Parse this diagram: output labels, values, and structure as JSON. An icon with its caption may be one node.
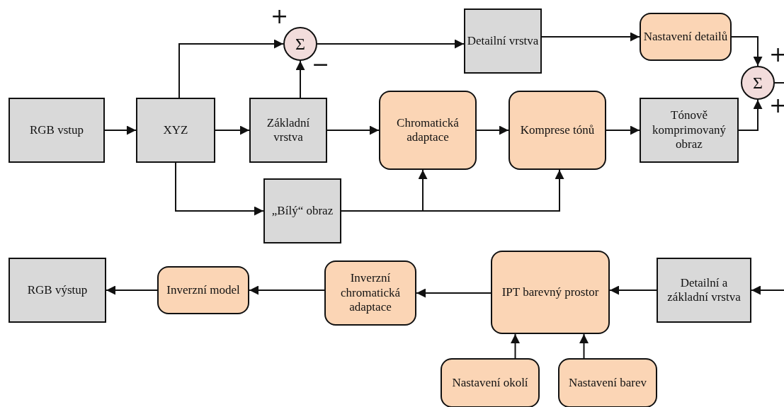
{
  "diagram": {
    "nodes": [
      {
        "text": [
          "RGB vstup"
        ]
      },
      {
        "text": [
          "XYZ"
        ]
      },
      {
        "text": [
          "Σ"
        ]
      },
      {
        "text": [
          "Detailní vrstva"
        ]
      },
      {
        "text": [
          "Nastavení detailů"
        ]
      },
      {
        "text": [
          "Σ"
        ]
      },
      {
        "text": [
          "Základní vrstva"
        ]
      },
      {
        "text": [
          "Chromatická adaptace"
        ]
      },
      {
        "text": [
          "Komprese tónů"
        ]
      },
      {
        "text": [
          "Tónově komprimovaný obraz"
        ]
      },
      {
        "text": [
          "„Bílý“ obraz"
        ]
      },
      {
        "text": [
          "RGB výstup"
        ]
      },
      {
        "text": [
          "Inverzní model"
        ]
      },
      {
        "text": [
          "Inverzní chromatická adaptace"
        ]
      },
      {
        "text": [
          "IPT barevný prostor"
        ]
      },
      {
        "text": [
          "Detailní a základní vrstva"
        ]
      },
      {
        "text": [
          "Nastavení okolí"
        ]
      },
      {
        "text": [
          "Nastavení barev"
        ]
      }
    ],
    "edges": [
      {
        "from": 0,
        "to": 1,
        "arrow": "to"
      },
      {
        "from": 1,
        "to": 2,
        "arrow": "to"
      },
      {
        "from": 1,
        "to": 6,
        "arrow": "to"
      },
      {
        "from": 6,
        "to": 2,
        "arrow": "to"
      },
      {
        "from": 2,
        "to": 3,
        "arrow": "to"
      },
      {
        "from": 3,
        "to": 4,
        "arrow": "to"
      },
      {
        "from": 4,
        "to": 5,
        "arrow": "to"
      },
      {
        "from": 9,
        "to": 5,
        "arrow": "to"
      },
      {
        "from": 5,
        "to": null,
        "arrow": "none"
      },
      {
        "from": 6,
        "to": 7,
        "arrow": "to"
      },
      {
        "from": 7,
        "to": 8,
        "arrow": "to"
      },
      {
        "from": 8,
        "to": 9,
        "arrow": "to"
      },
      {
        "from": 1,
        "to": 10,
        "arrow": "to"
      },
      {
        "from": 10,
        "to": 7,
        "arrow": "to"
      },
      {
        "from": 10,
        "to": 8,
        "arrow": "to"
      },
      {
        "from": null,
        "to": 15,
        "arrow": "to"
      },
      {
        "from": 15,
        "to": 14,
        "arrow": "to"
      },
      {
        "from": 14,
        "to": 13,
        "arrow": "to"
      },
      {
        "from": 13,
        "to": 12,
        "arrow": "to"
      },
      {
        "from": 12,
        "to": 11,
        "arrow": "to"
      },
      {
        "from": 16,
        "to": 14,
        "arrow": "to"
      },
      {
        "from": 17,
        "to": 14,
        "arrow": "to"
      }
    ],
    "labels": [
      "+",
      "−",
      "+",
      "+"
    ]
  }
}
